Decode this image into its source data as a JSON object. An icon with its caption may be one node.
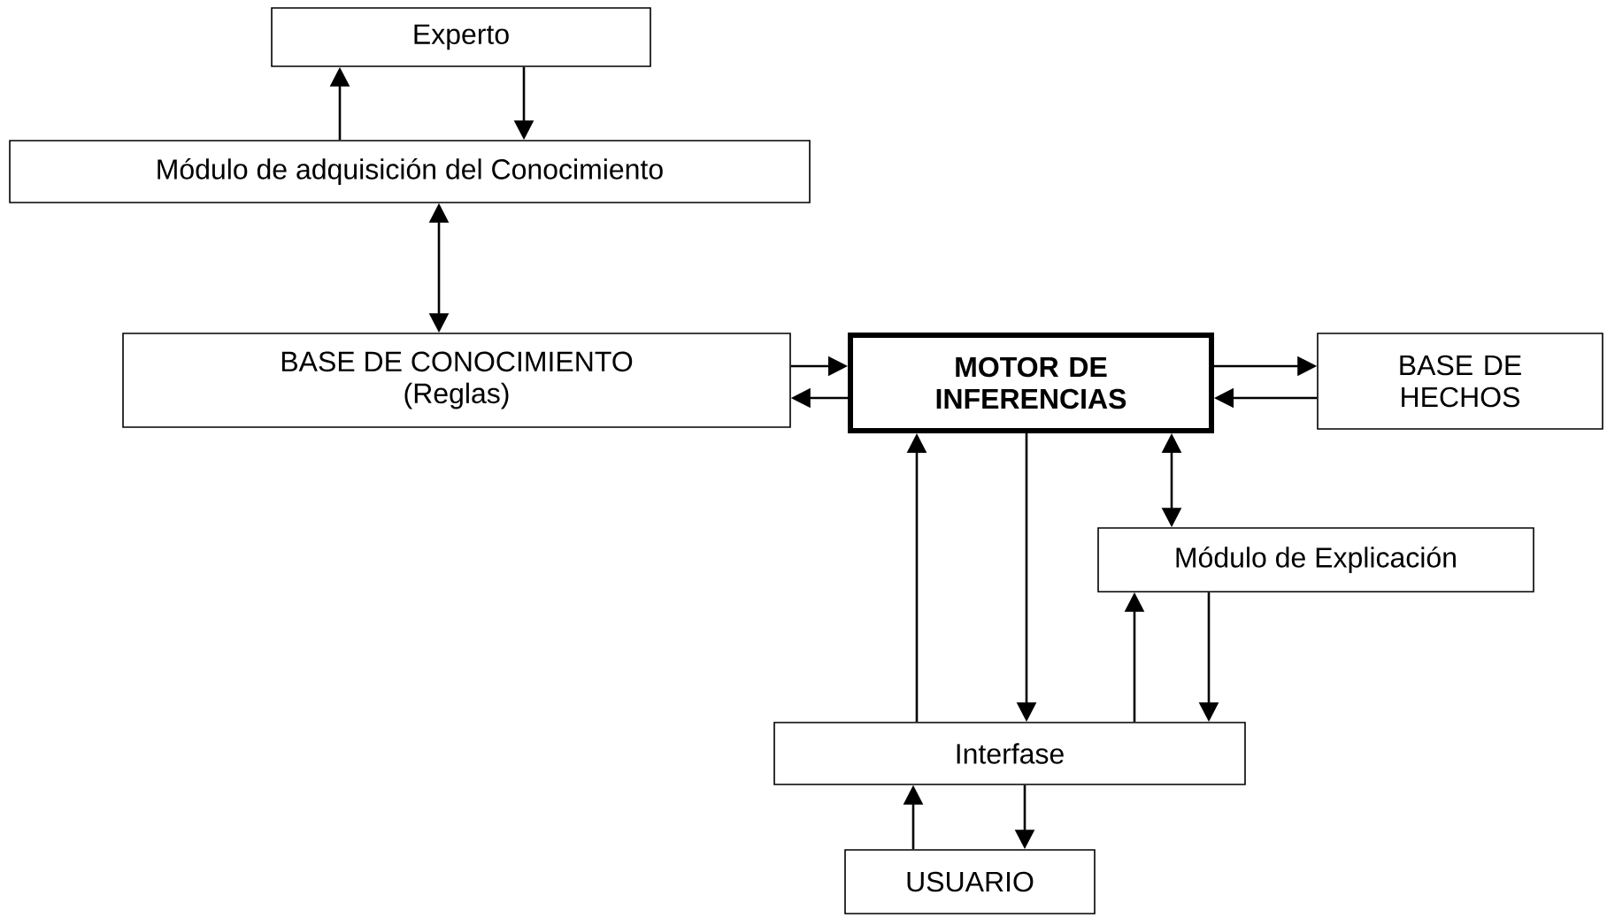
{
  "diagram": {
    "nodes": [
      {
        "text": [
          "Experto"
        ]
      },
      {
        "text": [
          "Módulo de adquisición del Conocimiento"
        ]
      },
      {
        "text": [
          "BASE DE CONOCIMIENTO",
          "(Reglas)"
        ]
      },
      {
        "text": [
          "MOTOR DE INFERENCIAS"
        ]
      },
      {
        "text": [
          "BASE DE HECHOS"
        ]
      },
      {
        "text": [
          "Módulo de Explicación"
        ]
      },
      {
        "text": [
          "Interfase"
        ]
      },
      {
        "text": [
          "USUARIO"
        ]
      }
    ],
    "edges": [
      {
        "from": 1,
        "to": 0,
        "arrow": "to"
      },
      {
        "from": 0,
        "to": 1,
        "arrow": "to"
      },
      {
        "from": 1,
        "to": 2,
        "arrow": "both"
      },
      {
        "from": 2,
        "to": 3,
        "arrow": "to"
      },
      {
        "from": 3,
        "to": 2,
        "arrow": "to"
      },
      {
        "from": 3,
        "to": 4,
        "arrow": "to"
      },
      {
        "from": 4,
        "to": 3,
        "arrow": "to"
      },
      {
        "from": 3,
        "to": 5,
        "arrow": "both"
      },
      {
        "from": 6,
        "to": 3,
        "arrow": "to"
      },
      {
        "from": 3,
        "to": 6,
        "arrow": "to"
      },
      {
        "from": 6,
        "to": 5,
        "arrow": "to"
      },
      {
        "from": 5,
        "to": 6,
        "arrow": "to"
      },
      {
        "from": 7,
        "to": 6,
        "arrow": "to"
      },
      {
        "from": 6,
        "to": 7,
        "arrow": "to"
      }
    ]
  }
}
